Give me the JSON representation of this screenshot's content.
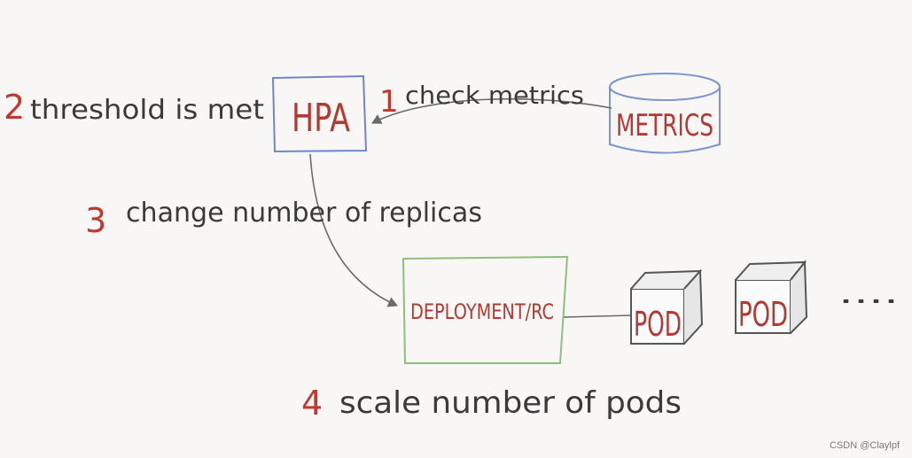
{
  "nodes": {
    "hpa": "HPA",
    "metrics": "METRICS",
    "deployment": "DEPLOYMENT/RC",
    "pod1": "POD",
    "pod2": "POD",
    "ellipsis": "...."
  },
  "steps": {
    "s1_num": "1",
    "s1_text": "check metrics",
    "s2_num": "2",
    "s2_text": "threshold is met",
    "s3_num": "3",
    "s3_text": "change number of replicas",
    "s4_num": "4",
    "s4_text": "scale number of pods"
  },
  "watermark": "CSDN @Claylpf",
  "colors": {
    "step_number": "#c0392f",
    "box_text": "#b23a34",
    "hpa_border": "#6f86c9",
    "metrics_border": "#7e95d2",
    "deployment_border": "#8fbf7a",
    "pod_border": "#555555",
    "arrow": "#6a6a6a"
  }
}
